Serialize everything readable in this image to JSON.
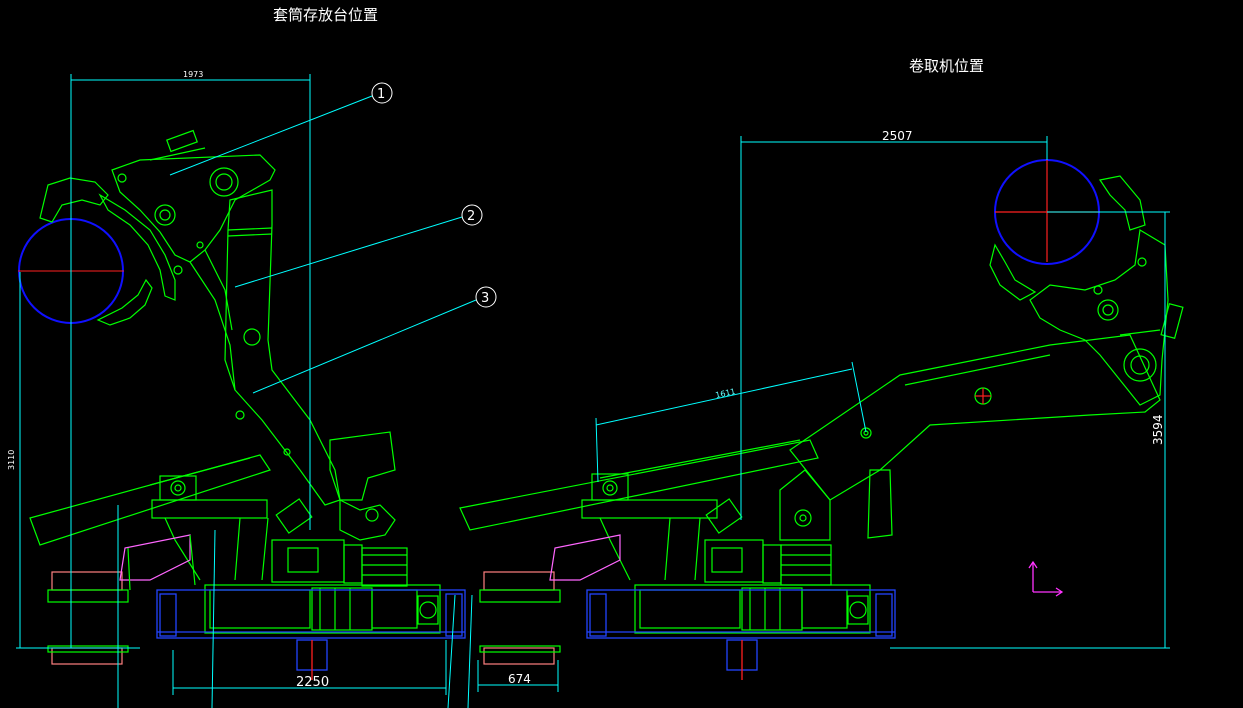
{
  "titles": {
    "left": "套筒存放台位置",
    "right": "卷取机位置"
  },
  "dimensions": {
    "top_left": "1973",
    "left_vertical": "3110",
    "bottom_left": "2250",
    "bottom_mid": "674",
    "top_right": "2507",
    "right_vertical": "3594",
    "arm_length": "1611"
  },
  "callouts": [
    "1",
    "2",
    "3"
  ],
  "colors": {
    "background": "#000000",
    "structure": "#00ff00",
    "dimension": "#00ffff",
    "mandrel": "#0000ff",
    "centerline": "#ff0000",
    "text": "#ffffff",
    "base": "#2244ff",
    "ucs": "#ff33ff"
  }
}
